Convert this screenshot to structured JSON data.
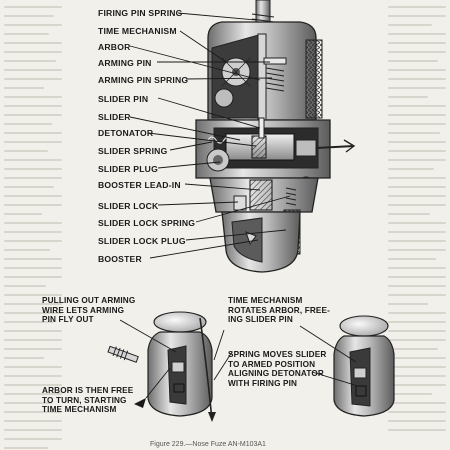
{
  "labels": {
    "firing_pin_spring": "FIRING PIN SPRING",
    "time_mechanism": "TIME MECHANISM",
    "arbor": "ARBOR",
    "arming_pin": "ARMING PIN",
    "arming_pin_spring": "ARMING PIN SPRING",
    "slider_pin": "SLIDER PIN",
    "slider": "SLIDER",
    "detonator": "DETONATOR",
    "slider_spring": "SLIDER SPRING",
    "slider_plug": "SLIDER PLUG",
    "booster_lead_in": "BOOSTER LEAD-IN",
    "slider_lock": "SLIDER LOCK",
    "slider_lock_spring": "SLIDER LOCK SPRING",
    "slider_lock_plug": "SLIDER LOCK PLUG",
    "booster": "BOOSTER"
  },
  "captions": {
    "arming_wire": "PULLING OUT ARMING\nWIRE LETS ARMING\nPIN FLY OUT",
    "arbor_free": "ARBOR IS THEN FREE\nTO TURN, STARTING\nTIME MECHANISM",
    "time_rotates": "TIME MECHANISM\nROTATES ARBOR, FREE-\nING SLIDER PIN",
    "spring_moves": "SPRING MOVES SLIDER\nTO ARMED POSITION\nALIGNING DETONATOR\nWITH FIRING PIN"
  },
  "figure_caption": "Figure 229.—Nose Fuze AN-M103A1",
  "colors": {
    "ink": "#1a1a1a",
    "paper": "#f2f0ea",
    "metal": "#9a9a9a"
  }
}
